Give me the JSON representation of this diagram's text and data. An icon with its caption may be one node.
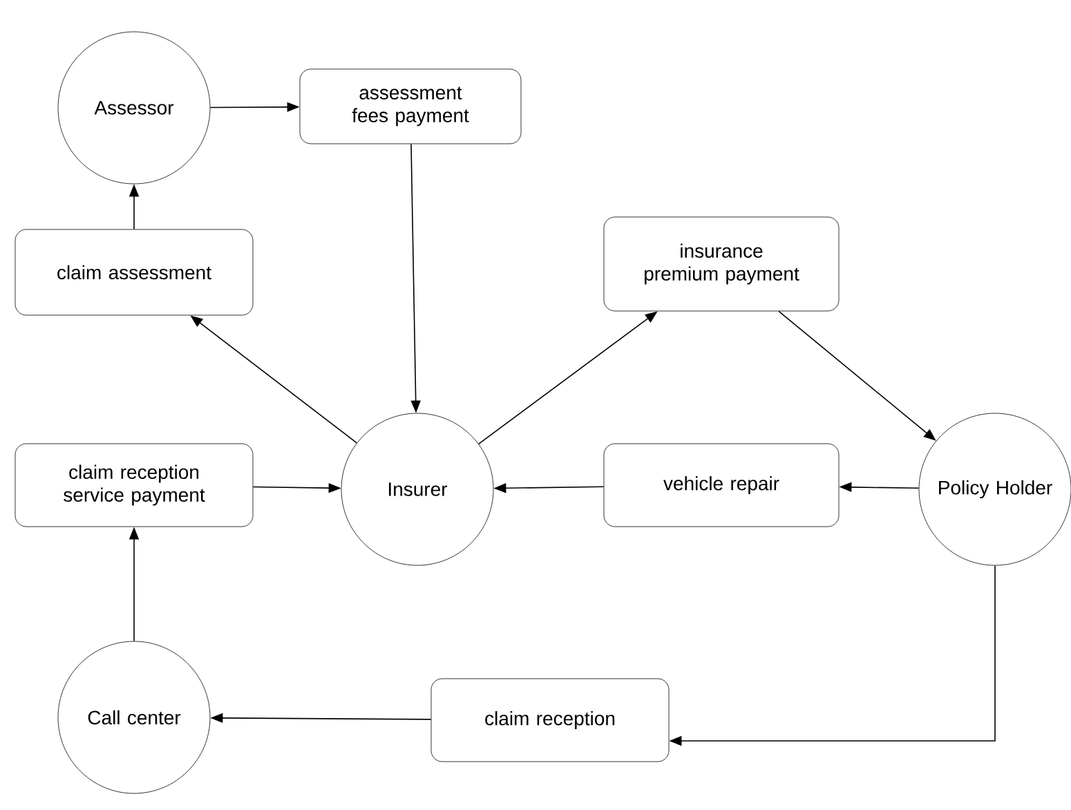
{
  "diagram": {
    "nodes": [
      {
        "text": [
          "Assessor"
        ]
      },
      {
        "text": [
          "assessment fees payment"
        ]
      },
      {
        "text": [
          "claim assessment"
        ]
      },
      {
        "text": [
          "insurance premium payment"
        ]
      },
      {
        "text": [
          "claim reception service payment"
        ]
      },
      {
        "text": [
          "Insurer"
        ]
      },
      {
        "text": [
          "vehicle repair"
        ]
      },
      {
        "text": [
          "Policy Holder"
        ]
      },
      {
        "text": [
          "Call center"
        ]
      },
      {
        "text": [
          "claim reception"
        ]
      }
    ],
    "edges": [
      {
        "from": 0,
        "to": 1,
        "arrow": "to"
      },
      {
        "from": 1,
        "to": 5,
        "arrow": "to"
      },
      {
        "from": 2,
        "to": 0,
        "arrow": "to"
      },
      {
        "from": 5,
        "to": 2,
        "arrow": "to"
      },
      {
        "from": 5,
        "to": 3,
        "arrow": "to"
      },
      {
        "from": 3,
        "to": 7,
        "arrow": "to"
      },
      {
        "from": 7,
        "to": 6,
        "arrow": "to"
      },
      {
        "from": 6,
        "to": 5,
        "arrow": "to"
      },
      {
        "from": 4,
        "to": 5,
        "arrow": "to"
      },
      {
        "from": 8,
        "to": 4,
        "arrow": "to"
      },
      {
        "from": 7,
        "to": 9,
        "arrow": "to"
      },
      {
        "from": 9,
        "to": 8,
        "arrow": "to"
      }
    ]
  }
}
